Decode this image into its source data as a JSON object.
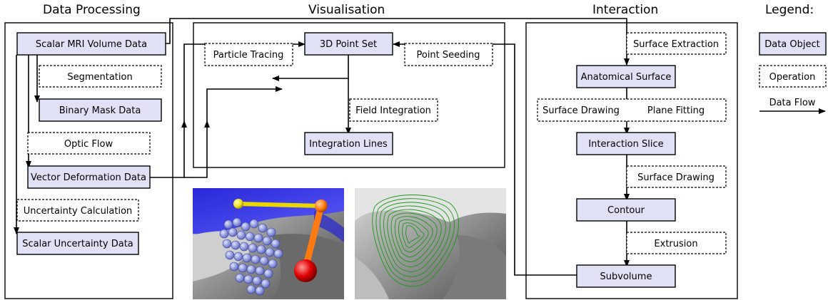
{
  "sections": {
    "data_processing": "Data Processing",
    "visualisation": "Visualisation",
    "interaction": "Interaction",
    "legend": "Legend:"
  },
  "data_processing": {
    "scalar_mri": "Scalar MRI Volume Data",
    "segmentation": "Segmentation",
    "binary_mask": "Binary Mask Data",
    "optic_flow": "Optic Flow",
    "vector_deformation": "Vector Deformation Data",
    "uncertainty_calculation": "Uncertainty Calculation",
    "scalar_uncertainty": "Scalar Uncertainty Data"
  },
  "visualisation": {
    "point_set": "3D Point Set",
    "particle_tracing": "Particle Tracing",
    "point_seeding": "Point Seeding",
    "field_integration": "Field Integration",
    "integration_lines": "Integration Lines"
  },
  "interaction": {
    "surface_extraction": "Surface Extraction",
    "anatomical_surface": "Anatomical Surface",
    "surface_drawing_1": "Surface Drawing",
    "plane_fitting": "Plane Fitting",
    "interaction_slice": "Interaction Slice",
    "surface_drawing_2": "Surface Drawing",
    "contour": "Contour",
    "extrusion": "Extrusion",
    "subvolume": "Subvolume"
  },
  "legend": {
    "data_object": "Data Object",
    "operation": "Operation",
    "data_flow": "Data Flow"
  },
  "colors": {
    "data_object_fill": "#e1e1f6",
    "surface_blue": "#2a2ae0",
    "particle_blue": "#7a86d8",
    "handle_yellow": "#f0e21c",
    "handle_orange": "#ff7a10",
    "handle_red": "#e00000",
    "streamline_green": "#1a9a1a",
    "anatomy_gray": "#8c8c8c"
  }
}
